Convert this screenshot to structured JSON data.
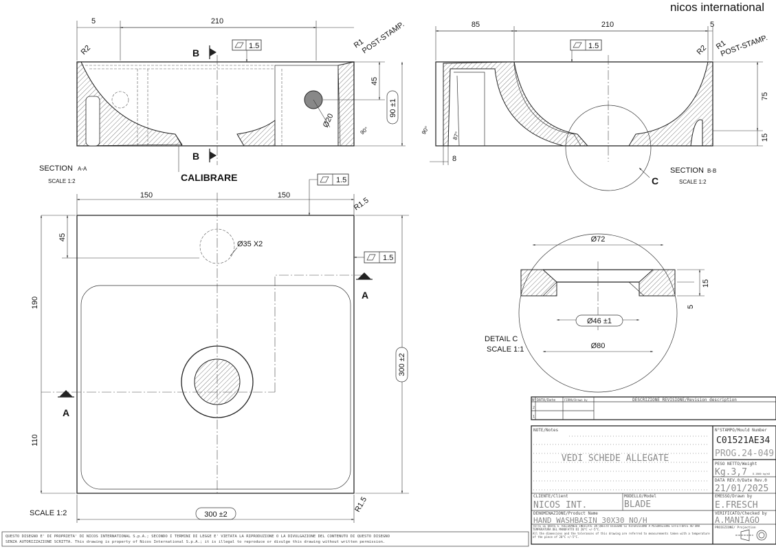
{
  "logo": "nicos international",
  "section_aa": {
    "label": "SECTION",
    "suffix": "A-A",
    "scale": "SCALE 1:2",
    "calibrare": "CALIBRARE",
    "dims": {
      "d5": "5",
      "d210": "210",
      "r2": "R2",
      "r1": "R1",
      "post_stamp": "POST-STAMP.",
      "d45": "45",
      "d90": "90 ±1",
      "dia20": "Ø20",
      "ang90": "90°",
      "flatness": "1.5"
    },
    "cut_label": "B"
  },
  "section_bb": {
    "label": "SECTION",
    "suffix": "B-B",
    "scale": "SCALE 1:2",
    "detail_marker": "C",
    "dims": {
      "d85": "85",
      "d210": "210",
      "d5": "5",
      "r2": "R2",
      "r1": "R1",
      "post_stamp": "POST-STAMP.",
      "d75": "75",
      "d15": "15",
      "ang90": "90°",
      "ang87": "87°",
      "d8": "8",
      "flatness": "1.5"
    }
  },
  "plan_view": {
    "scale": "SCALE 1:2",
    "cut_label": "A",
    "dims": {
      "w150a": "150",
      "w150b": "150",
      "h45": "45",
      "h190": "190",
      "h110": "110",
      "width": "300 ±2",
      "height": "300 ±2",
      "r15_top": "R1.5",
      "r15_bot": "R1.5",
      "hole": "Ø35  X2",
      "flatness_top": "1.5",
      "flatness_side": "1.5"
    }
  },
  "detail_c": {
    "label": "DETAIL C",
    "scale": "SCALE 1:1",
    "dims": {
      "dia72": "Ø72",
      "dia46": "Ø46 ±1",
      "dia80": "Ø80",
      "d15": "15",
      "d5": "5"
    }
  },
  "revision_table": {
    "headers": {
      "num": "N°",
      "date": "DATA/Date",
      "drawn": "FIRMA/Drawn by",
      "desc": "DESCRIZIONE REVISIONE/Revision description"
    },
    "rows": [
      "2",
      "1"
    ]
  },
  "title_block": {
    "notes_label": "NOTE/Notes",
    "notes_text": "VEDI SCHEDE ALLEGATE",
    "mould_label": "N°STAMPO/Mould Number",
    "mould_value": "C01521AE34",
    "prog_value": "PROG.24-049",
    "weight_label": "PESO NETTO/Weight",
    "weight_value": "Kg.3,7",
    "weight_unit": "D.1800 kg/m3",
    "date_label": "DATA REV.0/Date Rev.0",
    "date_value": "21/01/2025",
    "client_label": "CLIENTE/Client",
    "client_value": "NICOS INT.",
    "model_label": "MODELLO/Model",
    "model_value": "BLADE",
    "drawn_label": "EMESSO/Drawn by",
    "drawn_value": "E.FRESCH",
    "product_label": "DENOMINAZIONE/Product Name",
    "product_value": "HAND WASHBASIN 30X30 NO/H",
    "checked_label": "VERIFICATO/Checked by",
    "checked_value": "A.MANIAGO",
    "tolerance_it": "TUTTE LE QUOTE E TOLLERANZE INDICATE IN QUESTO DISEGNO SI RIFERISCONO A MISURAZIONI EFFETTUATE AD UNA TEMPERATURA DEL MANUFATTO DI 20°C +/-5°C.",
    "tolerance_en": "All the dimensions and the tolerances of this drawing are referred to measurements taken with a temperature of the piece of 20°C +/-5°C.",
    "projection_label": "PROIEZIONE/ Projection"
  },
  "copyright": {
    "line1": "QUESTO DISEGNO E' DI PROPRIETA' DI NICOS INTERNATIONAL S.p.A.; SECONDO I TERMINI DI LEGGE E' VIETATA LA RIPRODUZIONE O LA DIVULGAZIONE DEL CONTENUTO DI QUESTO DISEGNO",
    "line2": "SENZA AUTORIZZAZIONE SCRITTA. This drawing is property of Nicos International S.p.A.; it is illegal to reproduce or divulge this drawing without written permission."
  }
}
